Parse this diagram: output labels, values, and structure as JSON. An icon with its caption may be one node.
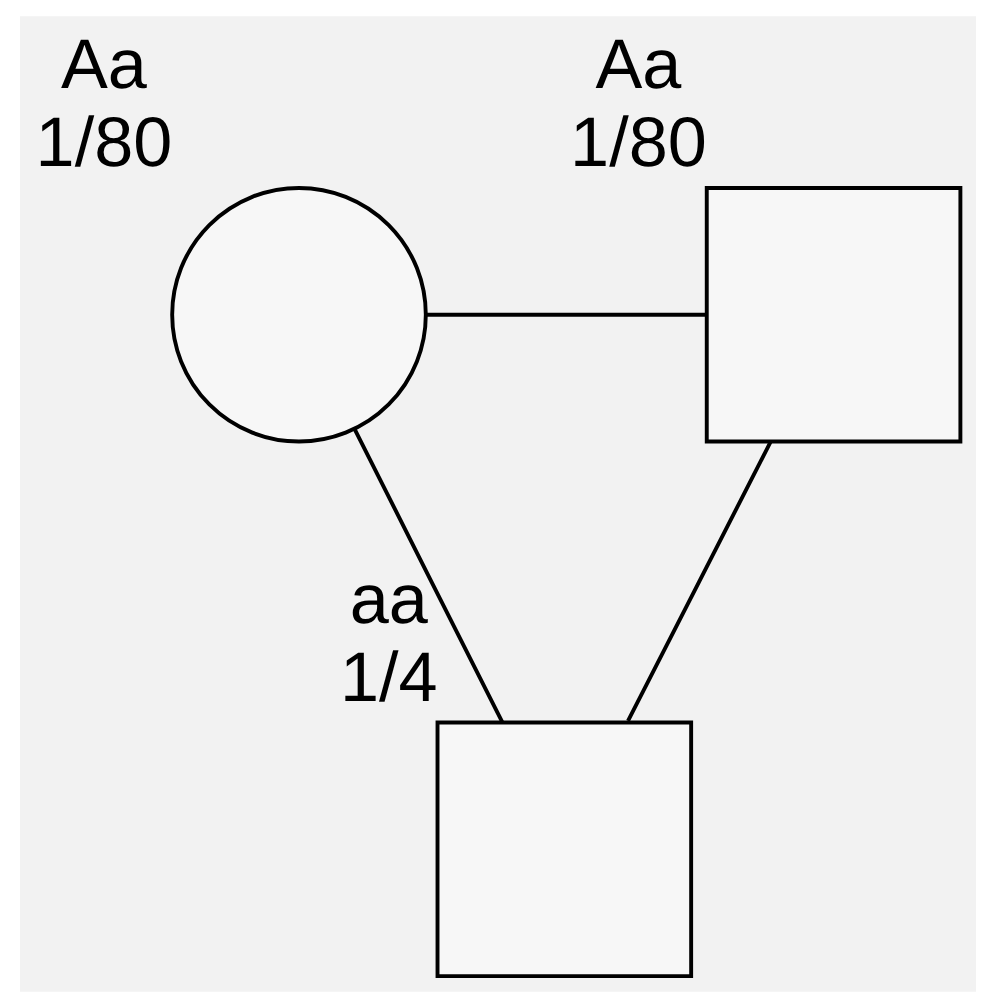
{
  "diagram": {
    "nodes": [
      {
        "text": [],
        "shape": "circle",
        "beside": [
          "Aa",
          "1/80"
        ]
      },
      {
        "text": [],
        "shape": "box",
        "beside": [
          "Aa",
          "1/80"
        ]
      },
      {
        "text": [],
        "shape": "box",
        "beside": [
          "aa",
          "1/4"
        ]
      }
    ],
    "edges": [
      {
        "from": 0,
        "to": 1,
        "arrow": "none"
      },
      {
        "from": 0,
        "to": 2,
        "arrow": "none"
      },
      {
        "from": 1,
        "to": 2,
        "arrow": "none"
      }
    ]
  }
}
